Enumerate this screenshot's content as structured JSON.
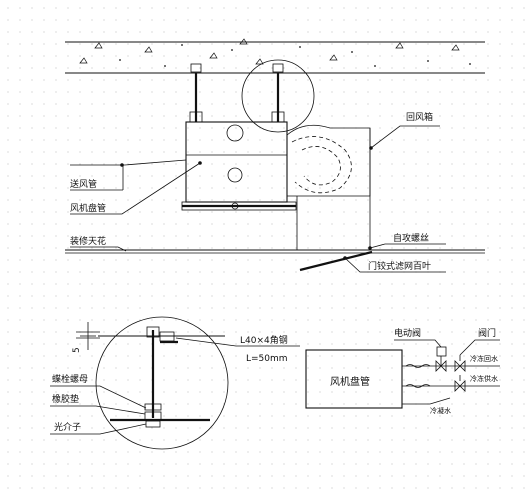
{
  "labels": {
    "supply_duct": "送风管",
    "fan_coil_unit": "风机盘管",
    "decorative_ceiling": "装修天花",
    "return_plenum": "回风箱",
    "self_tapping_screw": "自攻螺丝",
    "hinged_louver": "门铰式滤网百叶",
    "angle_steel": "L40×4角钢",
    "angle_length": "L=50mm",
    "through_nut": "蝶栓螺母",
    "rubber_pad": "橡胶垫",
    "spacer": "光介子",
    "dimension_mark": "5",
    "electric_valve": "电动阀",
    "valve": "阀门",
    "chilled_return": "冷冻回水",
    "chilled_supply": "冷冻供水",
    "drain": "冷凝水",
    "fcu_box": "风机盘管"
  }
}
